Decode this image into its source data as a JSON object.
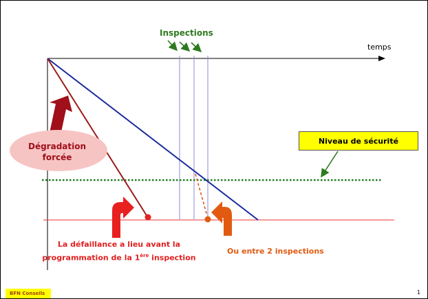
{
  "labels": {
    "inspections": "Inspections",
    "time_axis": "temps",
    "degradation_line1": "Dégradation",
    "degradation_line2": "forcée",
    "safety_level": "Niveau de sécurité",
    "failure_before_line1": "La défaillance a lieu avant la",
    "failure_before_line2a": "programmation de la 1",
    "failure_before_sup": "ère",
    "failure_before_line2b": " inspection",
    "failure_between": "Ou entre 2 inspections"
  },
  "footer": {
    "company": "BFN Conseils",
    "page_number": "1"
  },
  "colors": {
    "normal_degradation": "#1a2a9c",
    "forced_degradation": "#9c1a1a",
    "safety_level_line": "#1e7a1e",
    "failure_threshold": "#ee3333",
    "inspection_lines": "#8a8ad8",
    "inspection_arrows": "#2d7a1f",
    "ellipse_fill": "#f7c4c4",
    "arrow_red": "#e82020",
    "arrow_orange": "#e25a10",
    "forced_arrow": "#a0101a"
  }
}
